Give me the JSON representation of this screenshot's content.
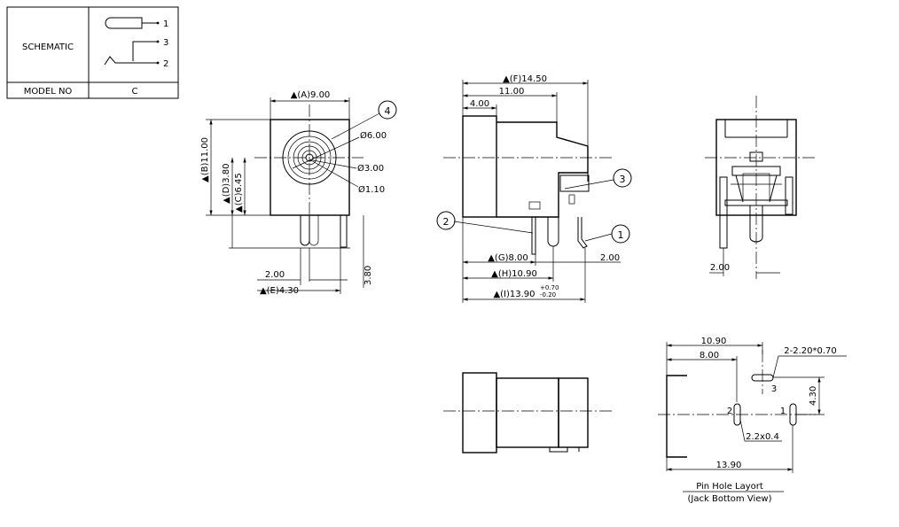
{
  "table": {
    "schematic_label": "SCHEMATIC",
    "model_label": "MODEL NO",
    "model_value": "C",
    "pins": [
      "1",
      "3",
      "2"
    ]
  },
  "front_view": {
    "dim_a": "▲(A)9.00",
    "dim_b": "▲(B)11.00",
    "dim_c": "▲(C)6.45",
    "dim_d": "▲(D)3.80",
    "dim_e": "▲(E)4.30",
    "dim_pin_spacing": "2.00",
    "dim_pin_len": "3.80",
    "dia_outer": "Ø6.00",
    "dia_mid": "Ø3.00",
    "dia_inner": "Ø1.10",
    "callout": "4"
  },
  "side_view": {
    "dim_f": "▲(F)14.50",
    "dim_body": "11.00",
    "dim_front": "4.00",
    "dim_g": "▲(G)8.00",
    "dim_pin_gap": "2.00",
    "dim_h": "▲(H)10.90",
    "dim_i": "▲(I)13.90",
    "tol_plus": "+0.70",
    "tol_minus": "-0.20",
    "callouts": [
      "3",
      "2",
      "1"
    ]
  },
  "rear_view": {
    "dim": "2.00"
  },
  "pin_layout": {
    "dim_1090": "10.90",
    "dim_800": "8.00",
    "slot_spec": "2-2.20*0.70",
    "dim_430": "4.30",
    "dim_22x04": "2.2x0.4",
    "dim_1390": "13.90",
    "pin_labels": [
      "3",
      "2",
      "1"
    ],
    "caption_1": "Pin Hole Layort",
    "caption_2": "(Jack Bottom View)"
  }
}
